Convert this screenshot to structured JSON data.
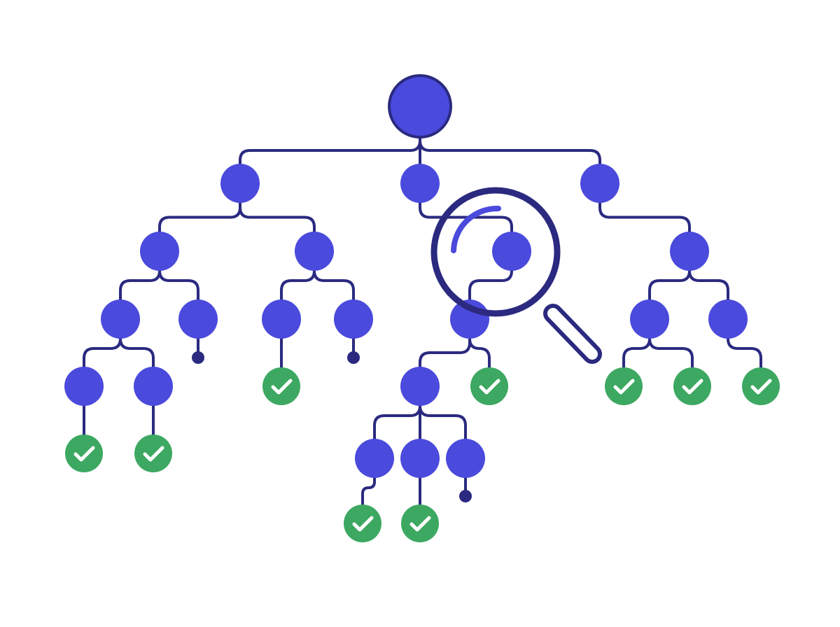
{
  "diagram": {
    "type": "tree",
    "colors": {
      "node_fill": "#4a4add",
      "root_stroke": "#2b2a80",
      "edge": "#2b2a80",
      "leaf_success": "#3da862",
      "check": "#ffffff",
      "magnifier": "#2b2a80",
      "magnifier_glint": "#4a4add",
      "background": "#ffffff"
    },
    "icons": {
      "success_leaf": "check-circle-icon",
      "dead_end_leaf": "terminal-dot",
      "search": "magnifying-glass-icon"
    },
    "nodes": [
      {
        "id": "root",
        "kind": "root"
      },
      {
        "id": "a",
        "kind": "node",
        "parent": "root"
      },
      {
        "id": "b",
        "kind": "node",
        "parent": "root"
      },
      {
        "id": "c",
        "kind": "node",
        "parent": "root"
      },
      {
        "id": "a1",
        "kind": "node",
        "parent": "a"
      },
      {
        "id": "a2",
        "kind": "node",
        "parent": "a"
      },
      {
        "id": "b1",
        "kind": "node",
        "parent": "b"
      },
      {
        "id": "c1",
        "kind": "node",
        "parent": "c"
      },
      {
        "id": "a1a",
        "kind": "node",
        "parent": "a1"
      },
      {
        "id": "a1b",
        "kind": "node",
        "parent": "a1"
      },
      {
        "id": "a2a",
        "kind": "node",
        "parent": "a2"
      },
      {
        "id": "a2b",
        "kind": "node",
        "parent": "a2"
      },
      {
        "id": "b1a",
        "kind": "node",
        "parent": "b1"
      },
      {
        "id": "c1a",
        "kind": "node",
        "parent": "c1"
      },
      {
        "id": "c1b",
        "kind": "node",
        "parent": "c1"
      },
      {
        "id": "a1a1",
        "kind": "node",
        "parent": "a1a"
      },
      {
        "id": "a1a2",
        "kind": "node",
        "parent": "a1a"
      },
      {
        "id": "a1b_end",
        "kind": "dead-end",
        "parent": "a1b"
      },
      {
        "id": "a2a_ok",
        "kind": "success",
        "parent": "a2a"
      },
      {
        "id": "a2b_end",
        "kind": "dead-end",
        "parent": "a2b"
      },
      {
        "id": "b1a1",
        "kind": "node",
        "parent": "b1a"
      },
      {
        "id": "b1a_ok",
        "kind": "success",
        "parent": "b1a"
      },
      {
        "id": "c1a_ok1",
        "kind": "success",
        "parent": "c1a"
      },
      {
        "id": "c1a_ok2",
        "kind": "success",
        "parent": "c1a"
      },
      {
        "id": "c1b_ok",
        "kind": "success",
        "parent": "c1b"
      },
      {
        "id": "a1a1_ok",
        "kind": "success",
        "parent": "a1a1"
      },
      {
        "id": "a1a2_ok",
        "kind": "success",
        "parent": "a1a2"
      },
      {
        "id": "b1a1a",
        "kind": "node",
        "parent": "b1a1"
      },
      {
        "id": "b1a1b",
        "kind": "node",
        "parent": "b1a1"
      },
      {
        "id": "b1a1c",
        "kind": "node",
        "parent": "b1a1"
      },
      {
        "id": "b1a1a_ok",
        "kind": "success",
        "parent": "b1a1a"
      },
      {
        "id": "b1a1b_ok",
        "kind": "success",
        "parent": "b1a1b"
      },
      {
        "id": "b1a1c_end",
        "kind": "dead-end",
        "parent": "b1a1c"
      }
    ]
  }
}
